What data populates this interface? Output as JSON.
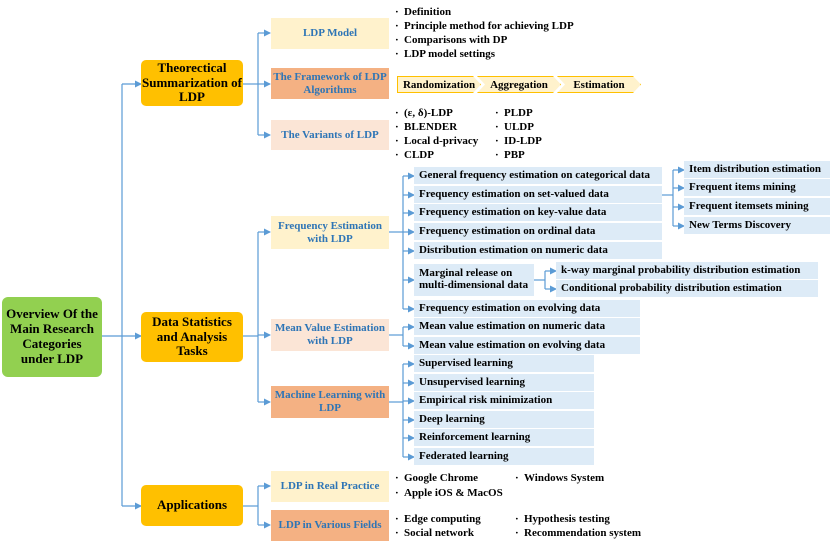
{
  "root": "Overview Of the Main Research Categories under LDP",
  "theory": {
    "title": "Theorectical Summarization of LDP",
    "ldp_model": {
      "title": "LDP Model",
      "items": [
        "Definition",
        "Principle method for achieving LDP",
        "Comparisons with DP",
        "LDP model settings"
      ]
    },
    "framework": {
      "title": "The Framework of LDP Algorithms",
      "steps": [
        "Randomization",
        "Aggregation",
        "Estimation"
      ]
    },
    "variants": {
      "title": "The Variants of LDP",
      "left": [
        "(ε, δ)-LDP",
        "BLENDER",
        "Local d-privacy",
        "CLDP"
      ],
      "right": [
        "PLDP",
        "ULDP",
        "ID-LDP",
        "PBP"
      ]
    }
  },
  "stats": {
    "title": "Data Statistics and Analysis Tasks",
    "freq": {
      "title": "Frequency Estimation with LDP",
      "items": [
        "General frequency estimation on categorical data",
        "Frequency estimation on set-valued data",
        "Frequency estimation on key-value data",
        "Frequency estimation on ordinal data",
        "Distribution estimation on numeric data",
        "Marginal release on multi-dimensional data",
        "Frequency estimation on evolving data"
      ],
      "setvalued_subs": [
        "Item distribution estimation",
        "Frequent items mining",
        "Frequent itemsets mining",
        "New Terms Discovery"
      ],
      "marginal_subs": [
        "k-way marginal probability distribution estimation",
        "Conditional probability distribution estimation"
      ]
    },
    "mean": {
      "title": "Mean Value Estimation with LDP",
      "items": [
        "Mean value estimation on numeric data",
        "Mean value estimation on evolving data"
      ]
    },
    "ml": {
      "title": "Machine Learning with LDP",
      "items": [
        "Supervised learning",
        "Unsupervised learning",
        "Empirical risk minimization",
        "Deep learning",
        "Reinforcement learning",
        "Federated learning"
      ]
    }
  },
  "apps": {
    "title": "Applications",
    "practice": {
      "title": "LDP in Real Practice",
      "items": [
        "Google Chrome",
        "Windows System",
        "Apple iOS & MacOS"
      ]
    },
    "fields": {
      "title": "LDP in Various Fields",
      "items": [
        "Edge computing",
        "Hypothesis testing",
        "Social network",
        "Recommendation system"
      ]
    }
  },
  "bullet": "·",
  "colors": {
    "connector": "#5b9bd5",
    "root": "#92d050",
    "level1": "#ffc000",
    "level2_light": "#fff2cc",
    "level2_orange": "#f4b183",
    "level2_pink": "#fbe5d6",
    "leaf": "#ddebf7",
    "level2_text": "#2e75b6"
  }
}
